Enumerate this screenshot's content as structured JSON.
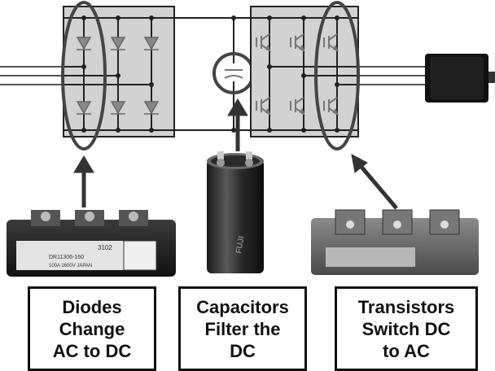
{
  "labels": {
    "diodes": [
      "Diodes",
      "Change",
      "AC to DC"
    ],
    "capacitors": [
      "Capacitors",
      "Filter the",
      "DC"
    ],
    "transistors": [
      "Transistors",
      "Switch DC",
      "to AC"
    ]
  },
  "module_text": {
    "diode_module": [
      "3102",
      "DR11306-160",
      "100A 1600V JAPAN"
    ],
    "capacitor_sleeve": "FUJI"
  },
  "colors": {
    "panel": "#d2d2d2",
    "highlight_ring": "#555555",
    "arrow": "#333333",
    "line": "#222222"
  }
}
